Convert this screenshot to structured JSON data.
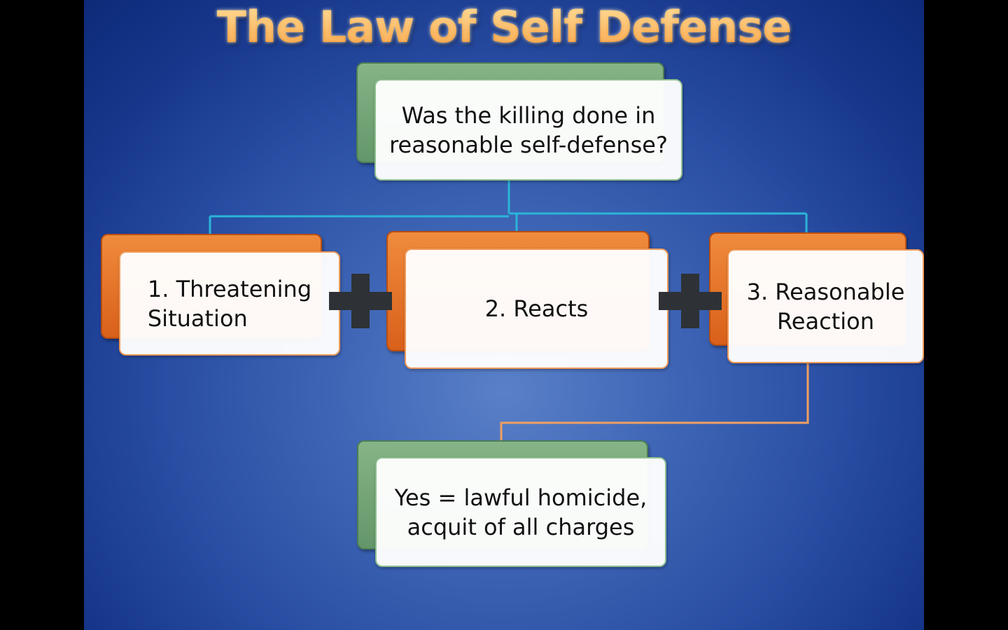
{
  "slide": {
    "title": "The Law of Self Defense"
  },
  "diagram": {
    "question": "Was the killing done in\nreasonable self-defense?",
    "element_1": "1.  Threatening\n      Situation",
    "element_2": "2.  Reacts",
    "element_3": "3. Reasonable\nReaction",
    "result": "Yes = lawful homicide,\nacquit of all charges"
  },
  "colors": {
    "title": "#f9a13a",
    "background": "#3f66b6",
    "green": "#63976a",
    "orange": "#e06a22",
    "connector_blue": "#2bb5d8",
    "connector_orange": "#f0a060",
    "plus": "#2e3236"
  }
}
